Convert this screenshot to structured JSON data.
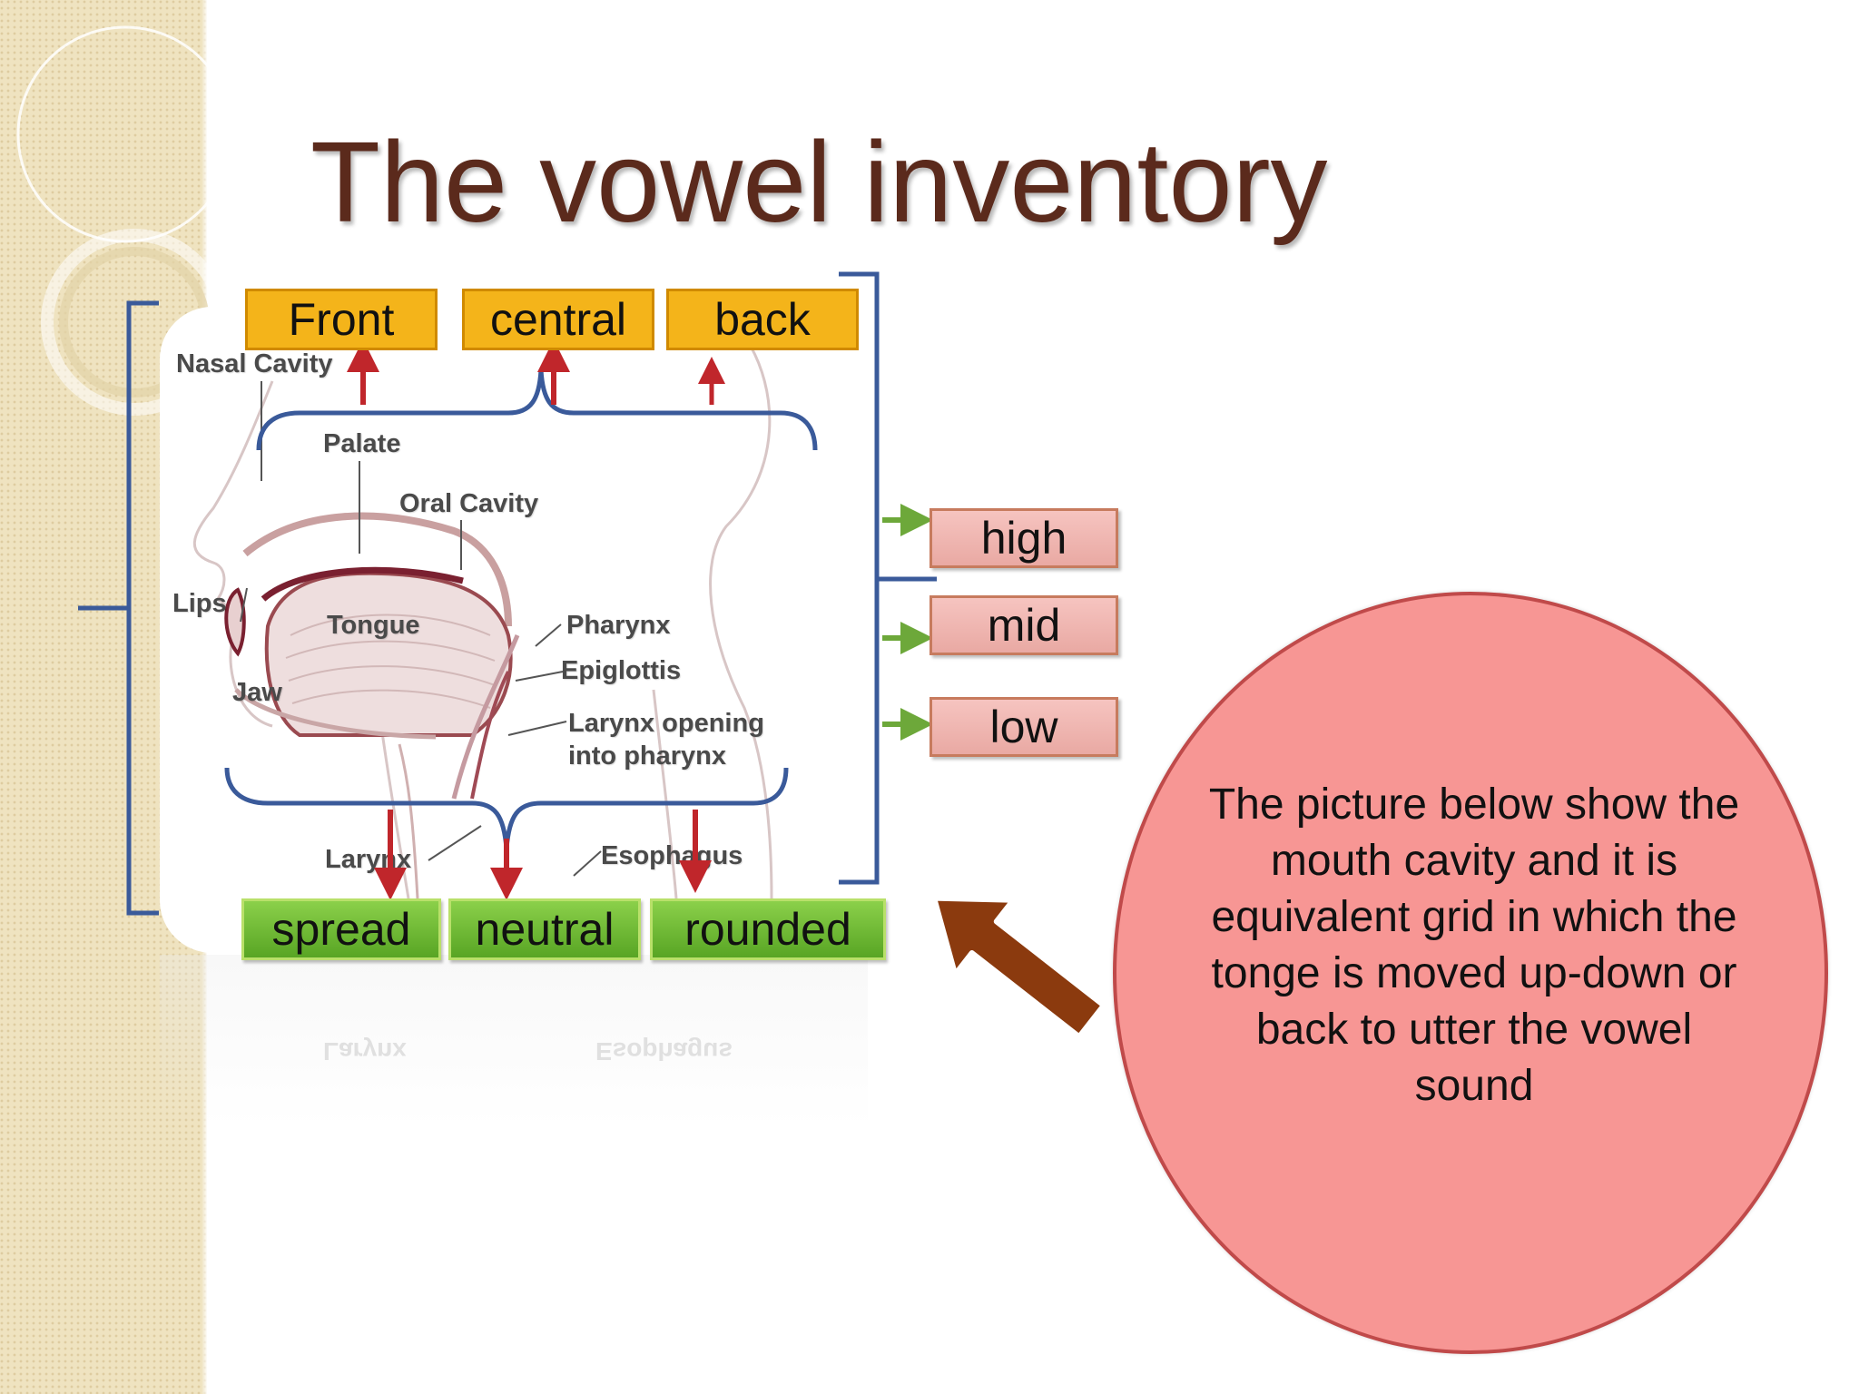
{
  "slide": {
    "title": "The vowel inventory"
  },
  "tongue_position": {
    "front": "Front",
    "central": "central",
    "back": "back"
  },
  "lip_shape": {
    "spread": "spread",
    "neutral": "neutral",
    "rounded": "rounded"
  },
  "tongue_height": {
    "high": "high",
    "mid": "mid",
    "low": "low"
  },
  "anatomy_labels": {
    "nasal_cavity": "Nasal Cavity",
    "palate": "Palate",
    "oral_cavity": "Oral Cavity",
    "lips": "Lips",
    "tongue": "Tongue",
    "jaw": "Jaw",
    "pharynx": "Pharynx",
    "epiglottis": "Epiglottis",
    "larynx_opening_line1": "Larynx opening",
    "larynx_opening_line2": "into pharynx",
    "larynx": "Larynx",
    "esophagus": "Esophagus"
  },
  "callout": {
    "text": "The picture below show the mouth cavity and it is equivalent grid in which the tonge is moved up-down or back to utter the vowel sound"
  },
  "colors": {
    "title": "#5b2a1c",
    "orange_box": "#f4b41a",
    "green_box": "#6bb830",
    "pink_box": "#f2bab5",
    "circle": "#f79694",
    "bracket": "#3a5a9a",
    "red_arrow": "#c0262b",
    "green_arrow": "#6da83a",
    "brown_arrow": "#8b3a0e"
  }
}
